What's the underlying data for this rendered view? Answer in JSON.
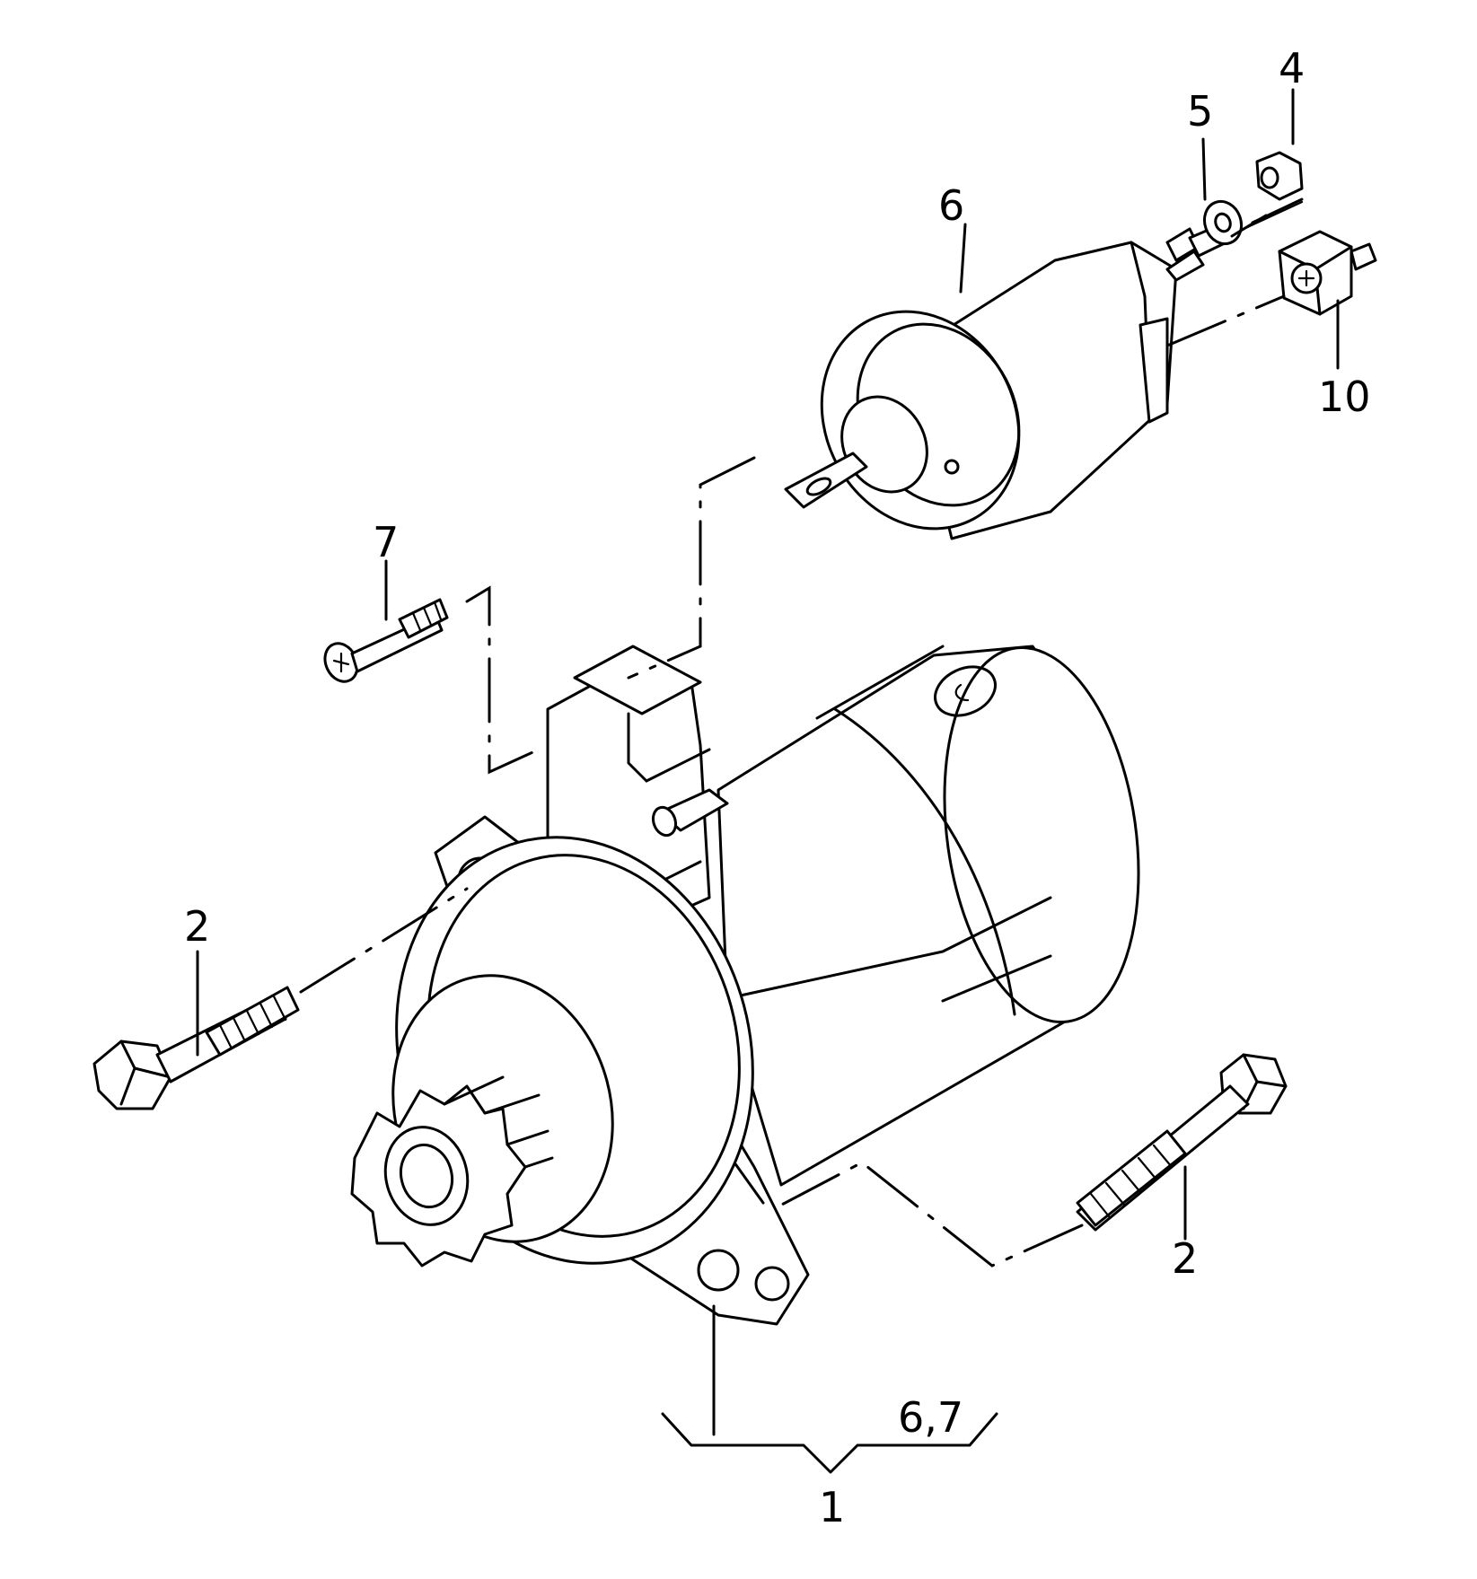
{
  "diagram": {
    "callouts": {
      "c1": "1",
      "c2_left": "2",
      "c2_right": "2",
      "c4": "4",
      "c5": "5",
      "c6": "6",
      "c67": "6,7",
      "c7": "7",
      "c10": "10"
    }
  }
}
